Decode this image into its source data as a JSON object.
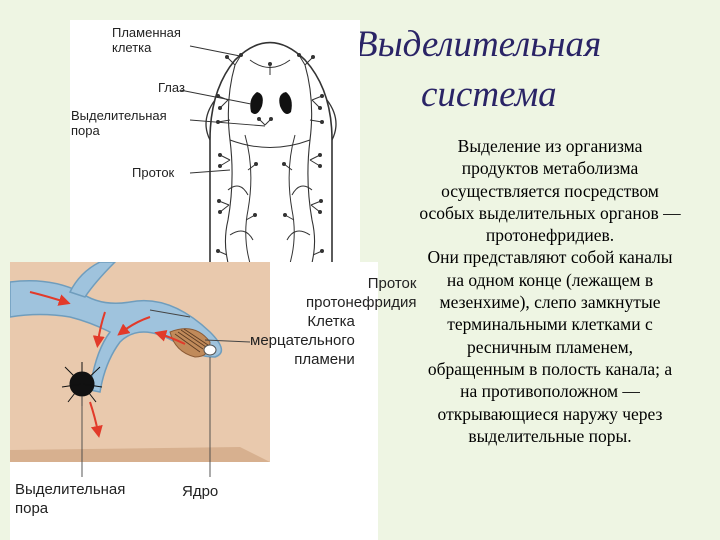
{
  "slide": {
    "title_line1": "Выделительная",
    "title_line2": "система",
    "body_lines": [
      "Выделение из организма",
      "продуктов метаболизма",
      "осуществляется посредством",
      "особых выделительных органов —",
      "протонефридиев.",
      "Они представляют собой каналы",
      "на одном конце (лежащем в",
      "мезенхиме), слепо замкнутые",
      "терминальными клетками с",
      "ресничным пламенем,",
      "обращенным в полость канала; а",
      "на противоположном —",
      "открывающиеся наружу через",
      "выделительные поры."
    ]
  },
  "figure_top": {
    "labels": {
      "flame_cell_1": "Пламенная",
      "flame_cell_2": "клетка",
      "eye": "Глаз",
      "pore_1": "Выделительная",
      "pore_2": "пора",
      "duct": "Проток"
    }
  },
  "figure_bottom": {
    "labels": {
      "duct_1": "Проток",
      "duct_2": "протонефридия",
      "cell_1": "Клетка",
      "cell_2": "мерцательного",
      "cell_3": "пламени",
      "pore_1": "Выделительная",
      "pore_2": "пора",
      "nucleus": "Ядро"
    }
  },
  "colors": {
    "title": "#2a2466",
    "background": "#eef5e3",
    "tissue": "#e9c9ad",
    "canal": "#9fc3dd",
    "arrow": "#e23a2a"
  }
}
